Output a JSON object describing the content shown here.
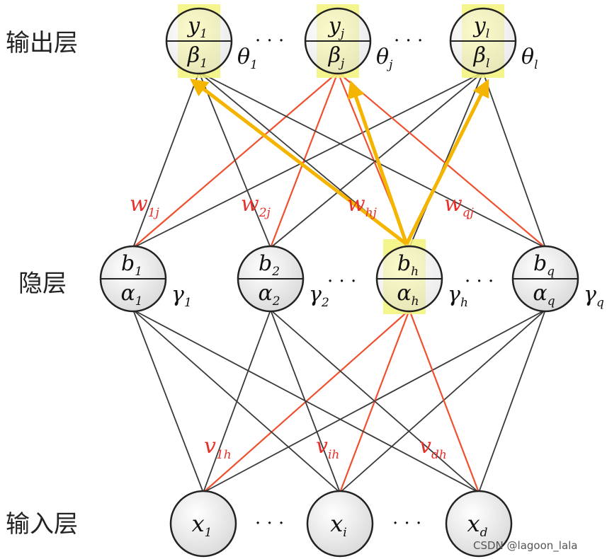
{
  "layers": {
    "output": "输出层",
    "hidden": "隐层",
    "input": "输入层"
  },
  "output_nodes": [
    {
      "id": "o1",
      "top": "y",
      "top_sub": "1",
      "bottom": "β",
      "bottom_sub": "1",
      "threshold": "θ",
      "threshold_sub": "1",
      "highlighted": true
    },
    {
      "id": "oj",
      "top": "y",
      "top_sub": "j",
      "bottom": "β",
      "bottom_sub": "j",
      "threshold": "θ",
      "threshold_sub": "j",
      "highlighted": true
    },
    {
      "id": "ol",
      "top": "y",
      "top_sub": "l",
      "bottom": "β",
      "bottom_sub": "l",
      "threshold": "θ",
      "threshold_sub": "l",
      "highlighted": true
    }
  ],
  "hidden_nodes": [
    {
      "id": "h1",
      "top": "b",
      "top_sub": "1",
      "bottom": "α",
      "bottom_sub": "1",
      "threshold": "γ",
      "threshold_sub": "1",
      "highlighted": false
    },
    {
      "id": "h2",
      "top": "b",
      "top_sub": "2",
      "bottom": "α",
      "bottom_sub": "2",
      "threshold": "γ",
      "threshold_sub": "2",
      "highlighted": false
    },
    {
      "id": "hh",
      "top": "b",
      "top_sub": "h",
      "bottom": "α",
      "bottom_sub": "h",
      "threshold": "γ",
      "threshold_sub": "h",
      "highlighted": true
    },
    {
      "id": "hq",
      "top": "b",
      "top_sub": "q",
      "bottom": "α",
      "bottom_sub": "q",
      "threshold": "γ",
      "threshold_sub": "q",
      "highlighted": false
    }
  ],
  "input_nodes": [
    {
      "id": "x1",
      "label": "x",
      "sub": "1"
    },
    {
      "id": "xi",
      "label": "x",
      "sub": "i"
    },
    {
      "id": "xd",
      "label": "x",
      "sub": "d"
    }
  ],
  "weight_labels": {
    "w": [
      {
        "main": "w",
        "sub": "1j"
      },
      {
        "main": "w",
        "sub": "2j"
      },
      {
        "main": "w",
        "sub": "hj"
      },
      {
        "main": "w",
        "sub": "qj"
      }
    ],
    "v": [
      {
        "main": "v",
        "sub": "1h"
      },
      {
        "main": "v",
        "sub": "ih"
      },
      {
        "main": "v",
        "sub": "dh"
      }
    ]
  },
  "ellipsis": "· · ·",
  "watermark": "CSDN @lagoon_lala",
  "colors": {
    "edge": "#3a3a3a",
    "highlight_edge": "#f0502e",
    "arrow": "#f5b400",
    "node_fill": "#ececec",
    "highlight_box": "#f3f37a",
    "weight_label": "#e8302a"
  }
}
